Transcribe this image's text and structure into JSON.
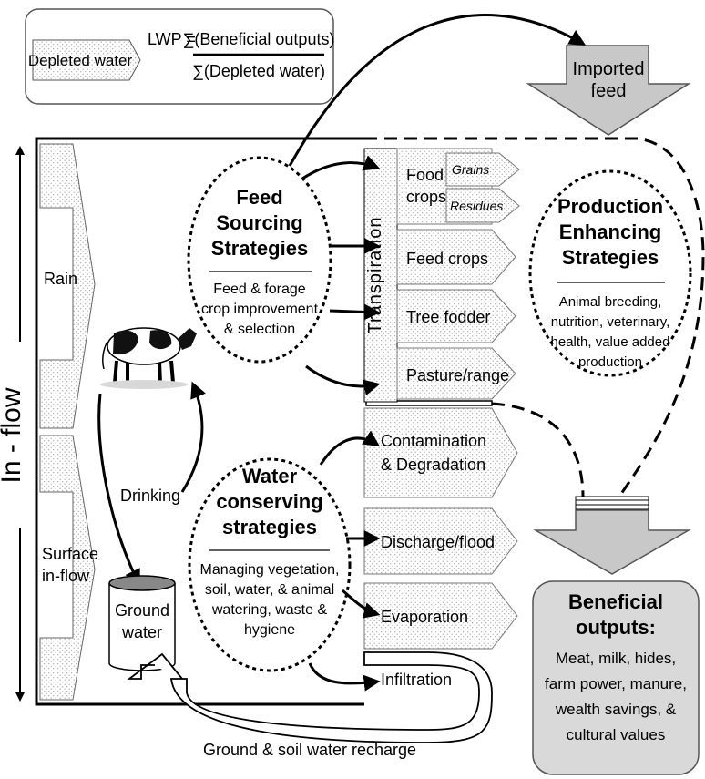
{
  "legend": {
    "depleted_label": "Depleted water",
    "formula_lhs": "LWP = ",
    "formula_numerator": "∑(Beneficial outputs)",
    "formula_denominator": "∑(Depleted water)"
  },
  "imported_feed": {
    "line1": "Imported",
    "line2": "feed"
  },
  "inflow": {
    "label": "In - flow",
    "rain": "Rain",
    "surface_line1": "Surface",
    "surface_line2": "in-flow"
  },
  "drinking": "Drinking",
  "ground_water": {
    "line1": "Ground",
    "line2": "water"
  },
  "recharge": "Ground & soil water recharge",
  "feed_sourcing": {
    "title": [
      "Feed",
      "Sourcing",
      "Strategies"
    ],
    "body": [
      "Feed & forage",
      "crop improvement",
      "& selection"
    ]
  },
  "water_conserving": {
    "title": [
      "Water",
      "conserving",
      "strategies"
    ],
    "body": [
      "Managing vegetation,",
      "soil, water, & animal",
      "watering, waste &",
      "hygiene"
    ]
  },
  "production_enhancing": {
    "title": [
      "Production",
      "Enhancing",
      "Strategies"
    ],
    "body": [
      "Animal breeding,",
      "nutrition, veterinary,",
      "health, value added",
      "production"
    ]
  },
  "transpiration": {
    "label": "Transpiration",
    "food_crops": [
      "Food",
      "crops"
    ],
    "grains": "Grains",
    "residues": "Residues",
    "feed_crops": "Feed crops",
    "tree_fodder": "Tree fodder",
    "pasture": "Pasture/range"
  },
  "losses": {
    "contamination": [
      "Contamination",
      "& Degradation"
    ],
    "discharge": "Discharge/flood",
    "evaporation": "Evaporation",
    "infiltration": "Infiltration"
  },
  "beneficial": {
    "title": [
      "Beneficial",
      "outputs:"
    ],
    "body": [
      "Meat, milk, hides,",
      "farm power, manure,",
      "wealth savings, &",
      "cultural values"
    ]
  }
}
